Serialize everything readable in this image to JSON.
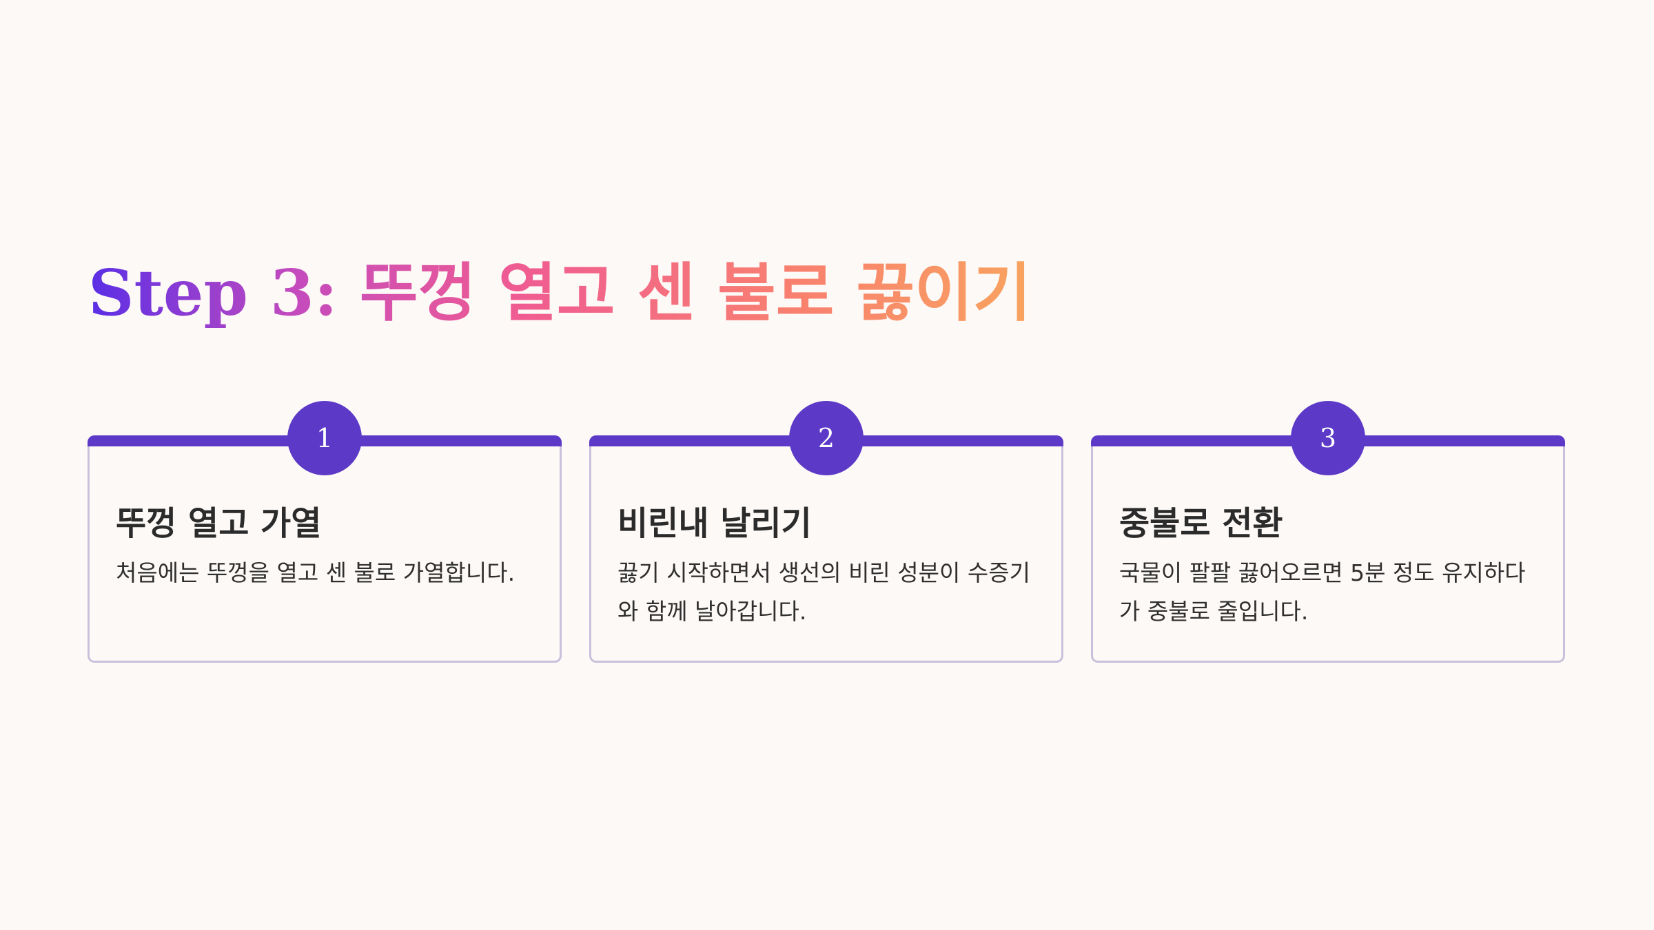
{
  "title": "Step 3: 뚜껑 열고 센 불로 끓이기",
  "colors": {
    "background": "#fdf9f6",
    "accent": "#5c3ac7",
    "card_border": "#c9c0dc",
    "title_gradient": [
      "#5a2ee6",
      "#c44bbd",
      "#ef5b93",
      "#f8806f",
      "#f9a35f"
    ]
  },
  "steps": [
    {
      "number": "1",
      "title": "뚜껑 열고 가열",
      "description": "처음에는 뚜껑을 열고 센 불로 가열합니다."
    },
    {
      "number": "2",
      "title": "비린내 날리기",
      "description": "끓기 시작하면서 생선의 비린 성분이 수증기와 함께 날아갑니다."
    },
    {
      "number": "3",
      "title": "중불로 전환",
      "description": "국물이 팔팔 끓어오르면 5분 정도 유지하다가 중불로 줄입니다."
    }
  ]
}
